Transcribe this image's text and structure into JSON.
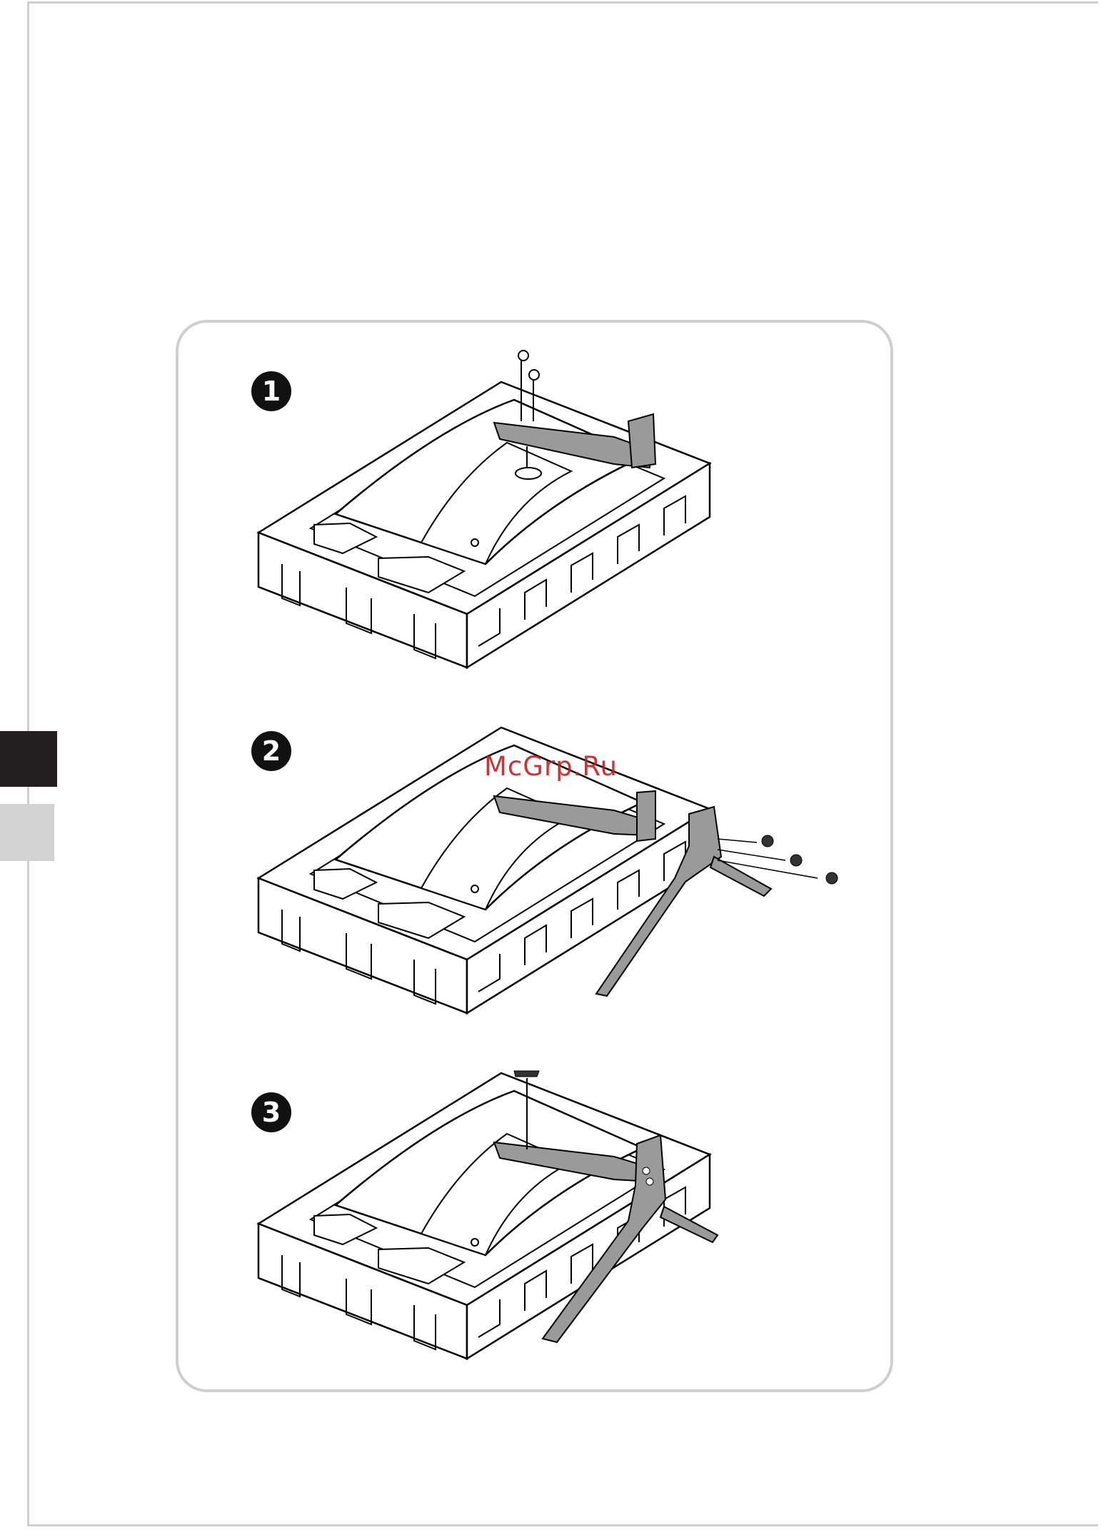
{
  "steps": [
    {
      "number": "1"
    },
    {
      "number": "2"
    },
    {
      "number": "3"
    }
  ],
  "watermark": "McGrp.Ru",
  "colors": {
    "page_bg": "#ffffff",
    "border": "#cfcfcf",
    "tab_dark": "#231f20",
    "tab_light": "#d2d2d2",
    "stand_gray": "#9a9a9a",
    "watermark": "#c81e1e"
  }
}
